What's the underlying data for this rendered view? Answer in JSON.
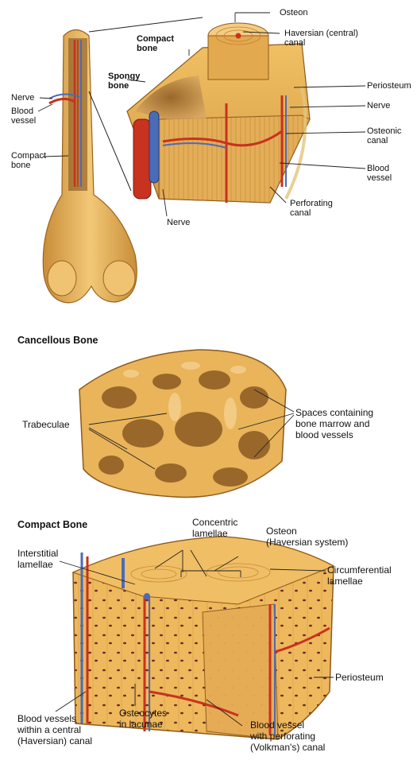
{
  "top": {
    "osteon": "Osteon",
    "haversian_canal": "Haversian (central)\ncanal",
    "compact_bone": "Compact\nbone",
    "spongy_bone": "Spongy\nbone",
    "periosteum": "Periosteum",
    "nerve_left": "Nerve",
    "blood_vessel_left": "Blood\nvessel",
    "compact_bone_left": "Compact\nbone",
    "nerve_right": "Nerve",
    "osteonic_canal": "Osteonic\ncanal",
    "blood_vessel_right": "Blood\nvessel",
    "perforating_canal": "Perforating\ncanal",
    "nerve_bottom": "Nerve"
  },
  "cancellous": {
    "title": "Cancellous Bone",
    "trabeculae": "Trabeculae",
    "spaces": "Spaces containing\nbone marrow and\nblood vessels"
  },
  "compact": {
    "title": "Compact Bone",
    "concentric": "Concentric\nlamellae",
    "osteon": "Osteon\n(Haversian system)",
    "interstitial": "Interstitial\nlamellae",
    "circumferential": "Circumferential\nlamellae",
    "periosteum": "Periosteum",
    "blood_vessels_central": "Blood vessels\nwithin a central\n(Haversian) canal",
    "osteocytes": "Osteocytes\nin lacunae",
    "blood_vessel_perforating": "Blood vessel\nwith perforating\n(Volkman's) canal"
  },
  "colors": {
    "bone": "#e9b45a",
    "bone_dark": "#b67a2a",
    "bone_light": "#f5d08e",
    "artery": "#c8321e",
    "vein": "#4a6bb8",
    "marrow": "#7a4a1a"
  }
}
